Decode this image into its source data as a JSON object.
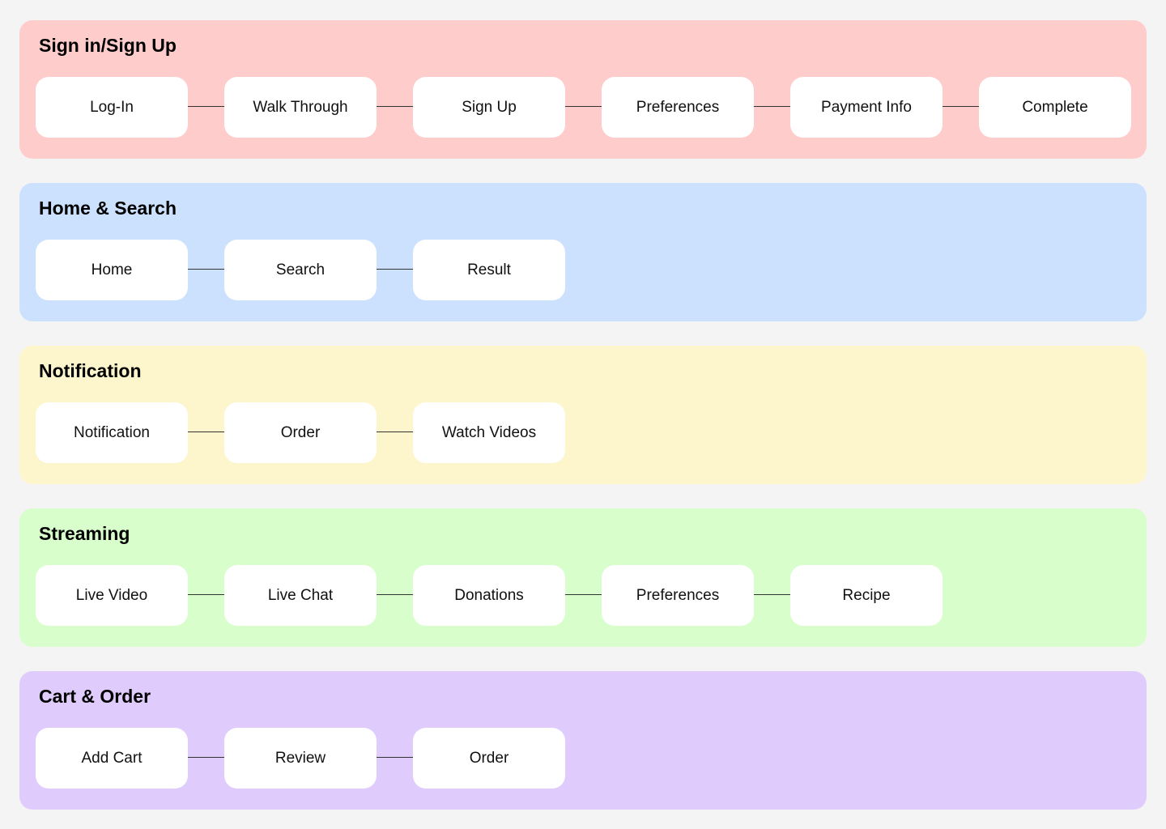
{
  "flows": [
    {
      "title": "Sign in/Sign Up",
      "color": "#ffcccc",
      "steps": [
        "Log-In",
        "Walk Through",
        "Sign Up",
        "Preferences",
        "Payment Info",
        "Complete"
      ]
    },
    {
      "title": "Home & Search",
      "color": "#cce1fd",
      "steps": [
        "Home",
        "Search",
        "Result"
      ]
    },
    {
      "title": "Notification",
      "color": "#fdf6cd",
      "steps": [
        "Notification",
        "Order",
        "Watch Videos"
      ]
    },
    {
      "title": "Streaming",
      "color": "#d7fecb",
      "steps": [
        "Live Video",
        "Live Chat",
        "Donations",
        "Preferences",
        "Recipe"
      ]
    },
    {
      "title": "Cart & Order",
      "color": "#dfccfd",
      "steps": [
        "Add Cart",
        "Review",
        "Order"
      ]
    }
  ]
}
